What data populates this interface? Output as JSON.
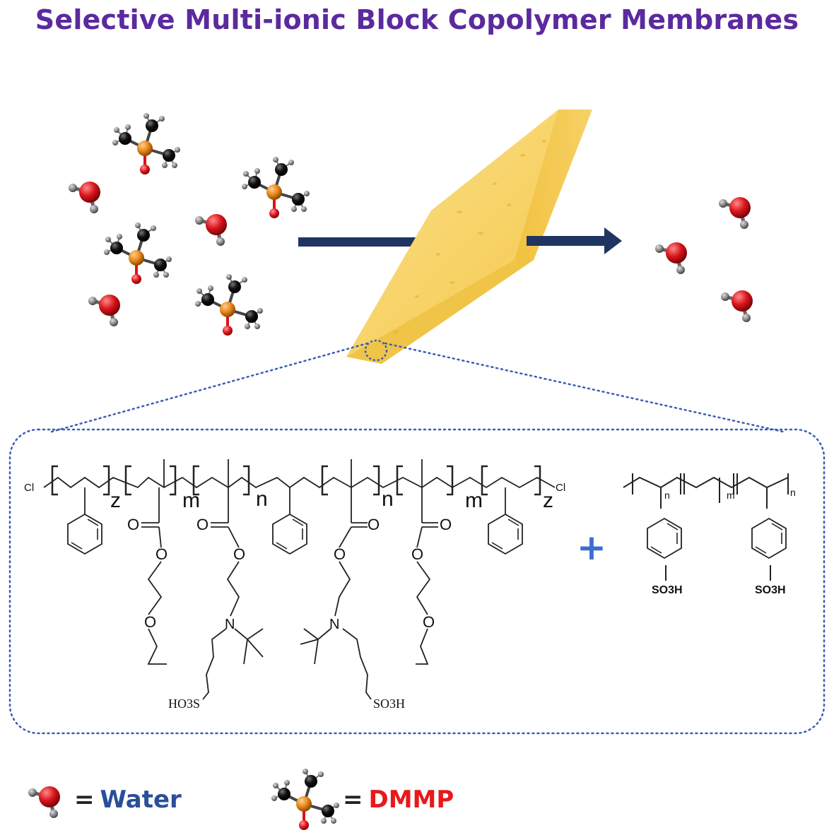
{
  "title": "Selective Multi-ionic Block Copolymer Membranes",
  "colors": {
    "title": "#5b2a9e",
    "water_label": "#2a4f9a",
    "dmmp_label": "#e8191c",
    "oxygen": "#d9141b",
    "phosphorus": "#e8861a",
    "carbon": "#111111",
    "hydrogen": "#8a8a8a",
    "membrane": "#f7cf55",
    "arrow": "#1f3561",
    "dotted_border": "#3b5cb8",
    "plus": "#3b6fd0"
  },
  "polymer1": {
    "end_left": "Cl",
    "end_right": "Cl",
    "subscripts": [
      "z",
      "m",
      "n",
      "n",
      "m",
      "z"
    ],
    "carbonyl_oxygen": "O",
    "ether_oxygen": "O",
    "amine": "N",
    "sulfonate_left": "HO3S",
    "sulfonate_right": "SO3H"
  },
  "plus_sign": "+",
  "polymer2": {
    "subscripts": [
      "n",
      "m",
      "n"
    ],
    "sulfonate_left": "SO3H",
    "sulfonate_right": "SO3H"
  },
  "legend": {
    "equals": "=",
    "water": "Water",
    "dmmp": "DMMP"
  }
}
